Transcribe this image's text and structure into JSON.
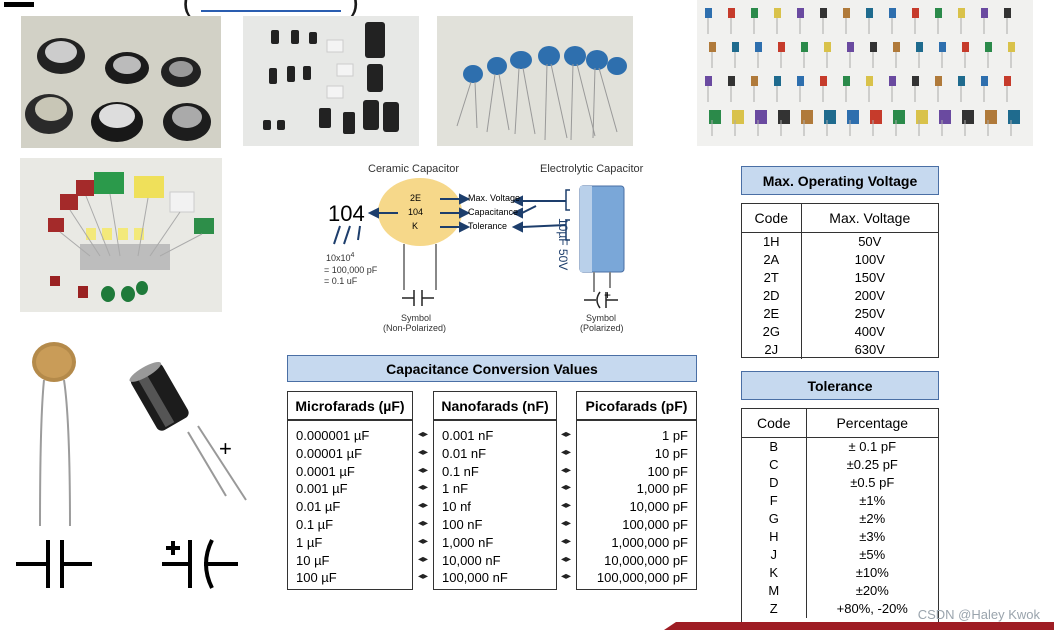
{
  "title_fragment": "(",
  "diagram": {
    "ceramic_title": "Ceramic Capacitor",
    "electrolytic_title": "Electrolytic Capacitor",
    "code_big": "104",
    "cap_codes": [
      "2E",
      "104",
      "K"
    ],
    "arrow_labels": [
      "Max. Voltage",
      "Capacitance",
      "Tolerance"
    ],
    "calc_line1": "10x10",
    "calc_exp": "4",
    "calc_line2": "= 100,000 pF",
    "calc_line3": "= 0.1 uF",
    "elec_marking": "10µF 50V",
    "symbol_left": "Symbol",
    "symbol_left_sub": "(Non-Polarized)",
    "symbol_right": "Symbol",
    "symbol_right_sub": "(Polarized)",
    "plus": "+"
  },
  "voltage_table": {
    "title": "Max. Operating Voltage",
    "headers": [
      "Code",
      "Max. Voltage"
    ],
    "rows": [
      [
        "1H",
        "50V"
      ],
      [
        "2A",
        "100V"
      ],
      [
        "2T",
        "150V"
      ],
      [
        "2D",
        "200V"
      ],
      [
        "2E",
        "250V"
      ],
      [
        "2G",
        "400V"
      ],
      [
        "2J",
        "630V"
      ]
    ]
  },
  "tolerance_table": {
    "title": "Tolerance",
    "headers": [
      "Code",
      "Percentage"
    ],
    "rows": [
      [
        "B",
        "± 0.1 pF"
      ],
      [
        "C",
        "±0.25 pF"
      ],
      [
        "D",
        "±0.5 pF"
      ],
      [
        "F",
        "±1%"
      ],
      [
        "G",
        "±2%"
      ],
      [
        "H",
        "±3%"
      ],
      [
        "J",
        "±5%"
      ],
      [
        "K",
        "±10%"
      ],
      [
        "M",
        "±20%"
      ],
      [
        "Z",
        "+80%, -20%"
      ]
    ]
  },
  "conversion": {
    "title": "Capacitance Conversion Values",
    "headers": [
      "Microfarads (µF)",
      "Nanofarads (nF)",
      "Picofarads (pF)"
    ],
    "uf": [
      "0.000001 µF",
      "0.00001 µF",
      "0.0001 µF",
      "0.001 µF",
      "0.01 µF",
      "0.1 µF",
      "1 µF",
      "10 µF",
      "100 µF"
    ],
    "nf": [
      "0.001 nF",
      "0.01 nF",
      "0.1 nF",
      "1 nF",
      "10 nf",
      "100 nF",
      "1,000 nF",
      "10,000 nF",
      "100,000 nF"
    ],
    "pf": [
      "1 pF",
      "10 pF",
      "100 pF",
      "1,000 pF",
      "10,000 pF",
      "100,000 pF",
      "1,000,000 pF",
      "10,000,000 pF",
      "100,000,000 pF"
    ],
    "arrow": "◂▸"
  },
  "bottom": {
    "plus_sign": "+"
  },
  "watermark": "CSDN @Haley Kwok",
  "colors": {
    "header_fill": "#c6d9ef",
    "header_border": "#4a6fa5",
    "accent_red": "#9e1d24",
    "ceramic_body": "#f6d88a",
    "electrolytic_body": "#7aa7d8"
  }
}
